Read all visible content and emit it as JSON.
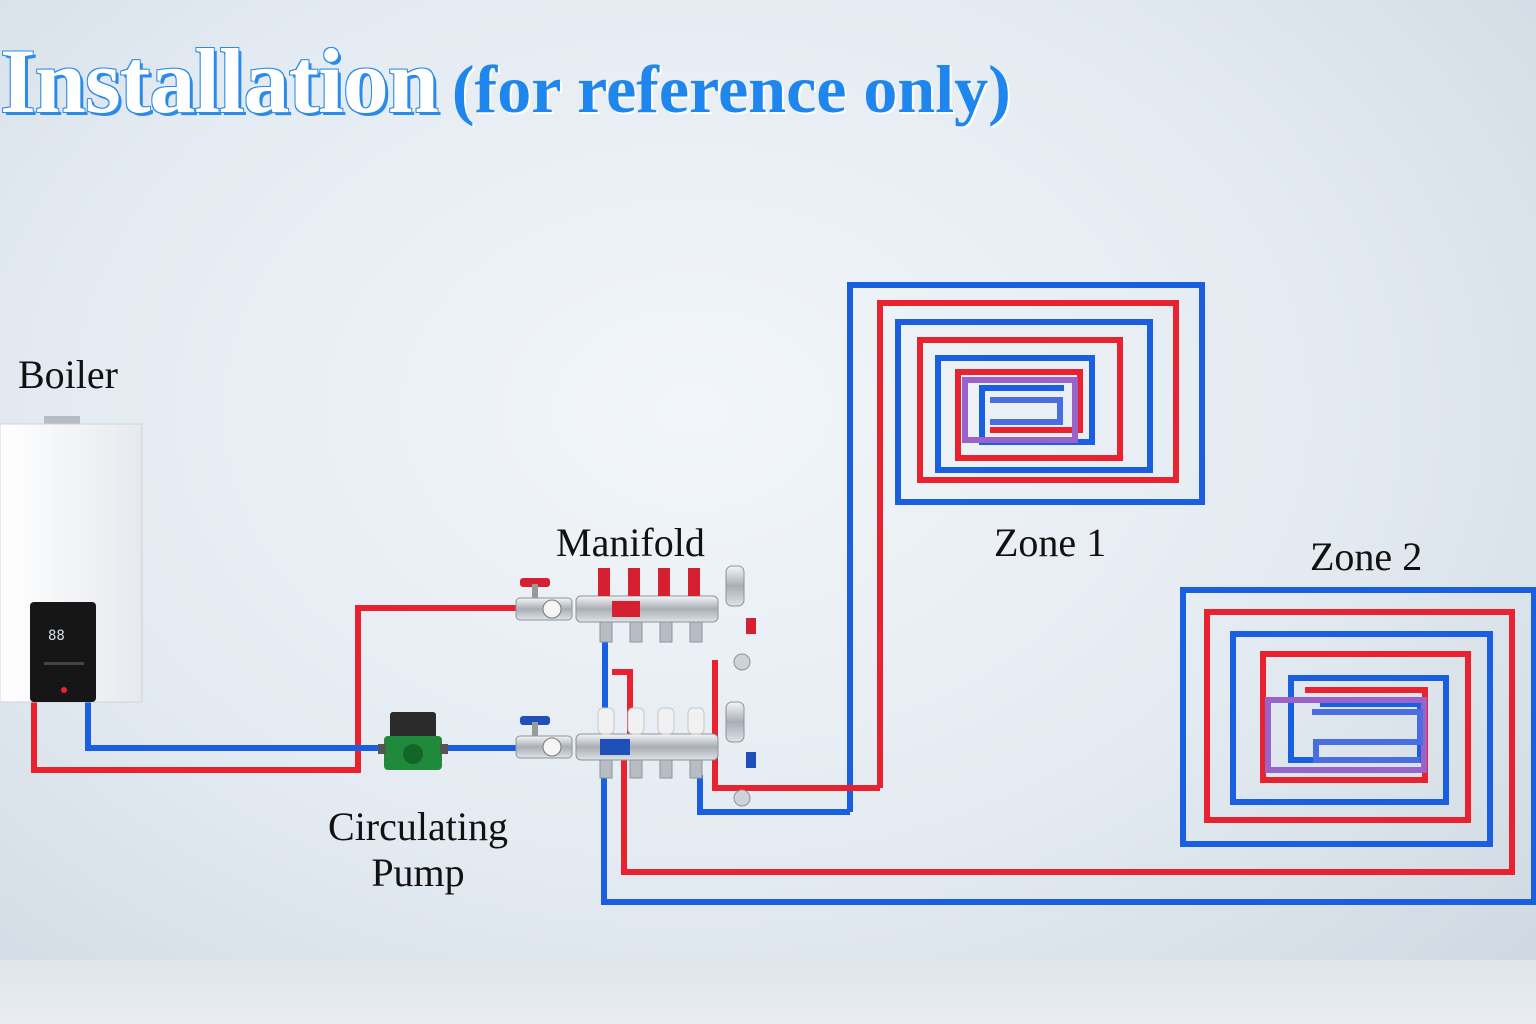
{
  "title": {
    "main": "Installation",
    "sub": "(for reference only)"
  },
  "labels": {
    "boiler": "Boiler",
    "manifold": "Manifold",
    "pump_line1": "Circulating",
    "pump_line2": "Pump",
    "zone1": "Zone 1",
    "zone2": "Zone 2"
  },
  "boiler_display": "88",
  "colors": {
    "supply": "#e8222e",
    "return": "#1a5fe0",
    "title_accent": "#1e86ec"
  },
  "icons": [
    "boiler-icon",
    "circulating-pump-icon",
    "manifold-icon",
    "valve-icon"
  ]
}
